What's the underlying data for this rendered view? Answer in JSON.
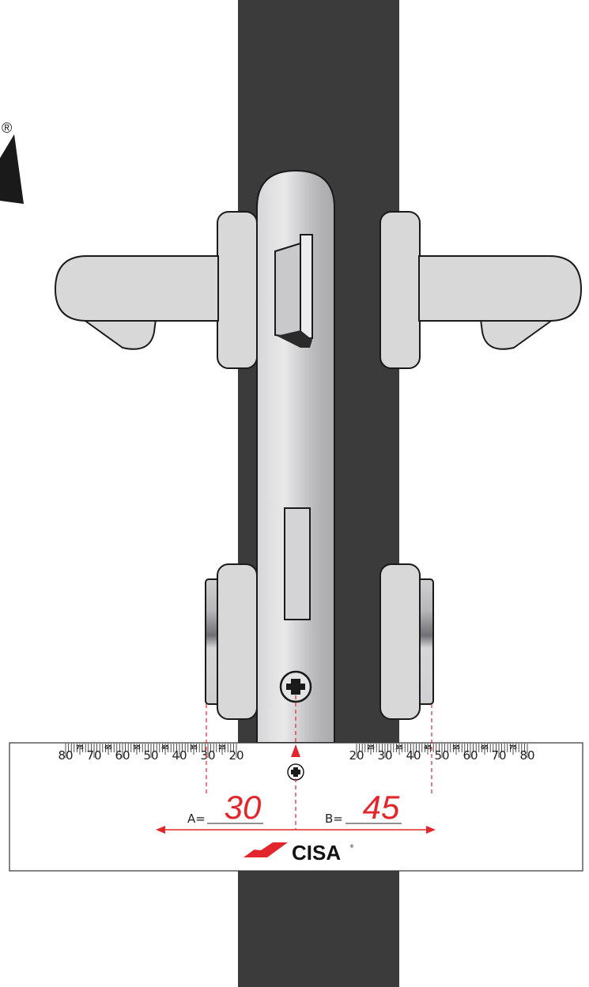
{
  "registered_mark": "®",
  "scale": {
    "major_labels": [
      "20",
      "30",
      "40",
      "50",
      "60",
      "70",
      "80"
    ],
    "minor_labels": [
      "25",
      "35",
      "45",
      "55",
      "65",
      "75"
    ]
  },
  "measurements": {
    "a_label": "A=",
    "a_value": "30",
    "b_label": "B=",
    "b_value": "45"
  },
  "brand": {
    "name": "CISA",
    "registered": "®"
  },
  "colors": {
    "door": "#3b3b3b",
    "measure_red": "#e3262b",
    "handle_fill": "#d8d8d9",
    "outline": "#1a1a1a"
  },
  "icons": [
    "screw-icon",
    "cisa-logo-icon",
    "arrow-icon"
  ]
}
